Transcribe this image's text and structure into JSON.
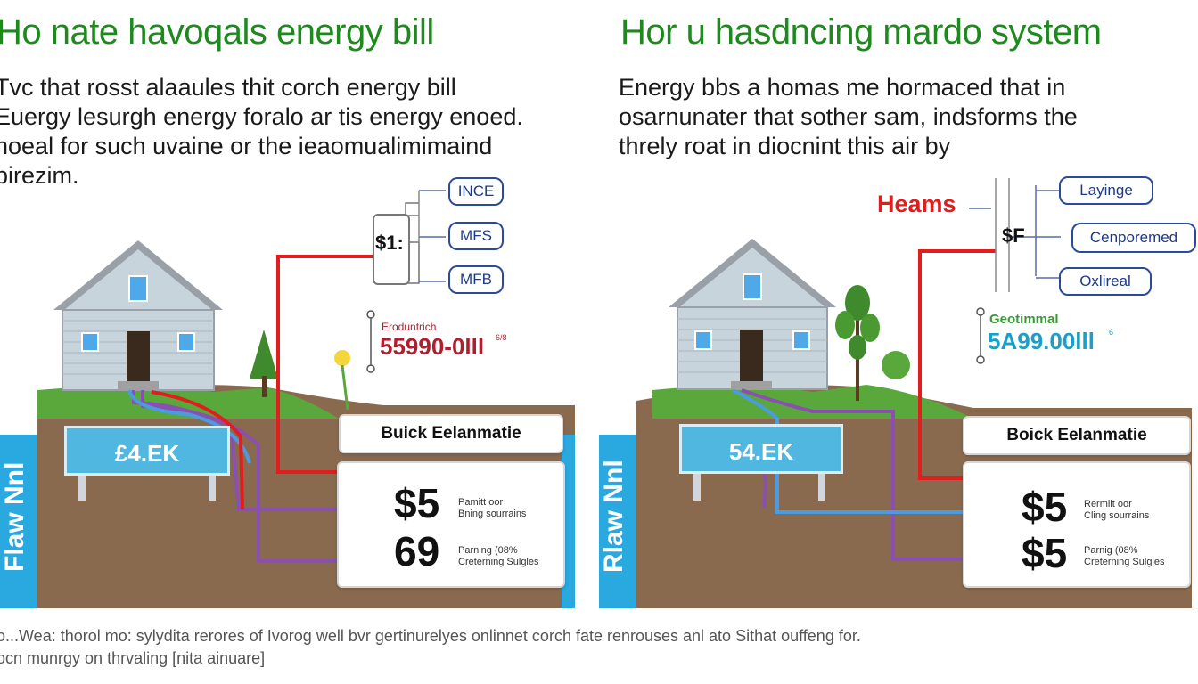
{
  "left": {
    "title": "Ho nate havoqals energy bill",
    "intro": "Tvc that rosst alaaules thit corch energy bill\nEuergy lesurgh energy foralo ar tis energy enoed.\nnoeal for such uvaine or the ieaomualimimaind\npirezim.",
    "tags": [
      "INCE",
      "MFS",
      "MFB"
    ],
    "meter_label": "$1:",
    "side_small": "Eroduntrich",
    "side_value": "55990-0lll",
    "side_sup": "6/8",
    "sign_value": "£4.EK",
    "vertical_label": "Flaw Nnl",
    "box_title": "Buick Eelanmatie",
    "rows": [
      {
        "value": "$5",
        "note": "Pamitt oor\nBning sourrains"
      },
      {
        "value": "69",
        "note": "Parning (08%\nCreterning Sulgles"
      }
    ]
  },
  "right": {
    "title": "Hor u hasdncing mardo system",
    "intro": "Energy bbs a homas me hormaced that in\nosarnunater that sother sam, indsforms the\nthrely roat in diocnint this air by",
    "heat_label": "Heams",
    "meter_label": "$F",
    "tags": [
      "Layinge",
      "Cenporemed",
      "Oxlireal"
    ],
    "side_small": "Geotimmal",
    "side_value": "5A99.00lll",
    "side_sup": "6",
    "sign_value": "54.EK",
    "vertical_label": "Rlaw Nnl",
    "box_title": "Boick Eelanmatie",
    "rows": [
      {
        "value": "$5",
        "note": "Rermilt oor\nCling sourrains"
      },
      {
        "value": "$5",
        "note": "Parnig (08%\nCreterning Sulgles"
      }
    ]
  },
  "footer": "o...Wea: thorol mo: sylydita rerores of Ivorog  well bvr gertinurelyes onlinnet corch fate renrouses anl ato Sithat ouffeng for.\nocn munrgy on thrvaling [nita ainuare]",
  "colors": {
    "title_green": "#1e8a1e",
    "sign_blue": "#4fb7e0",
    "water_blue": "#2aa8e0",
    "soil_brown": "#8a6a4f",
    "grass_green": "#5aa83c",
    "pipe_red": "#e21d1d",
    "pipe_purple": "#8a4fb0",
    "pipe_blue": "#4a9be0",
    "value_red": "#b01e2e",
    "value_cyan": "#1aa0c8",
    "heat_red": "#e01e1e",
    "tag_border": "#2b4a9a"
  }
}
